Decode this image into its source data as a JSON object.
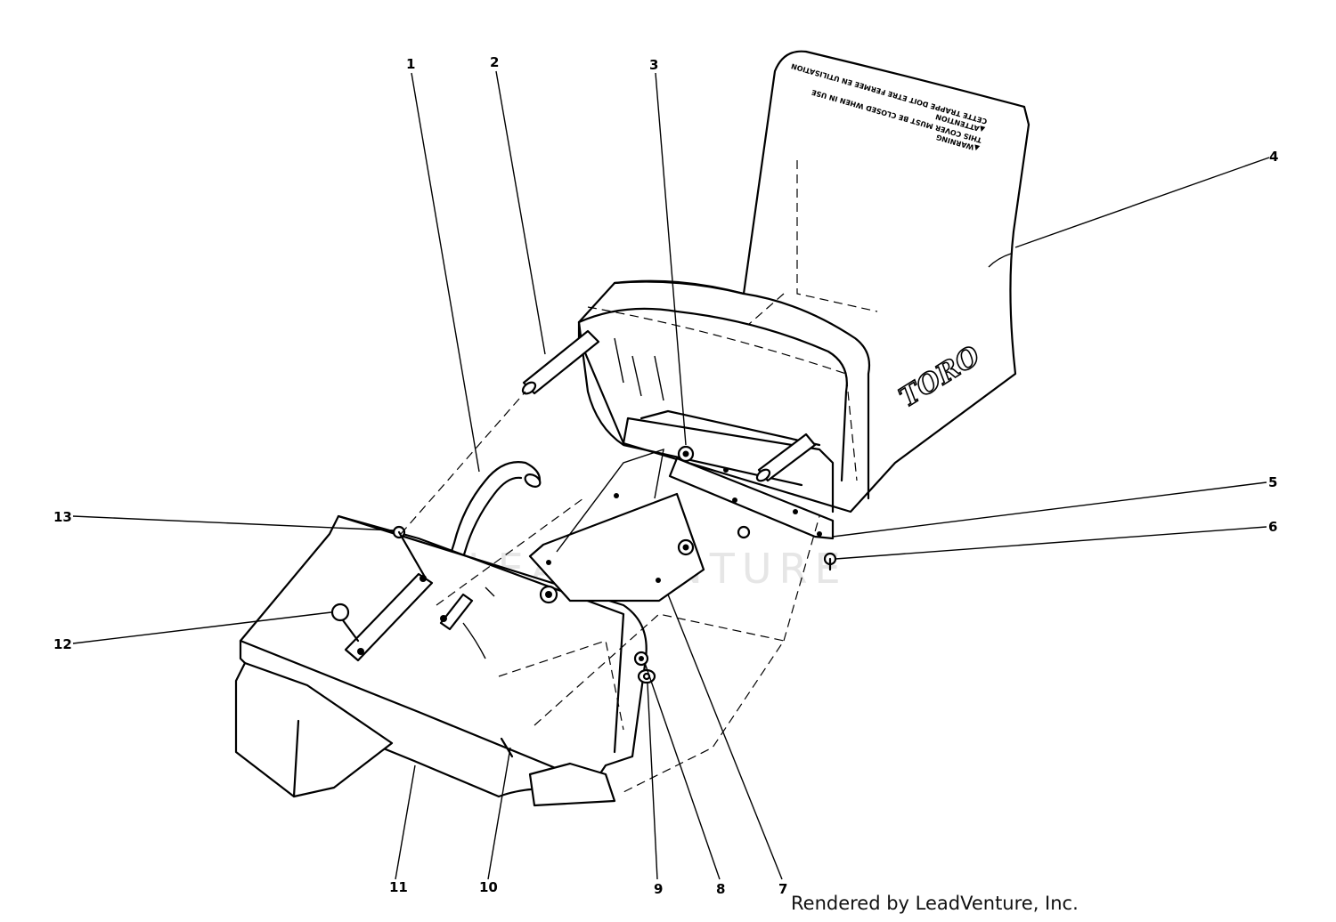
{
  "callouts": [
    {
      "id": "1",
      "label": "1"
    },
    {
      "id": "2",
      "label": "2"
    },
    {
      "id": "3",
      "label": "3"
    },
    {
      "id": "4",
      "label": "4"
    },
    {
      "id": "5",
      "label": "5"
    },
    {
      "id": "6",
      "label": "6"
    },
    {
      "id": "7",
      "label": "7"
    },
    {
      "id": "8",
      "label": "8"
    },
    {
      "id": "9",
      "label": "9"
    },
    {
      "id": "10",
      "label": "10"
    },
    {
      "id": "11",
      "label": "11"
    },
    {
      "id": "12",
      "label": "12"
    },
    {
      "id": "13",
      "label": "13"
    }
  ],
  "bag_decal": {
    "line1": "▲WARNING",
    "line2": "THIS COVER MUST BE CLOSED WHEN IN USE",
    "line3": "▲ATTENTION",
    "line4": "CETTE TRAPPE DOIT ETRE FERMEE EN UTILISATION"
  },
  "bag_logo": "TORO",
  "watermark": "LEADVENTURE",
  "credit": "Rendered by LeadVenture, Inc."
}
